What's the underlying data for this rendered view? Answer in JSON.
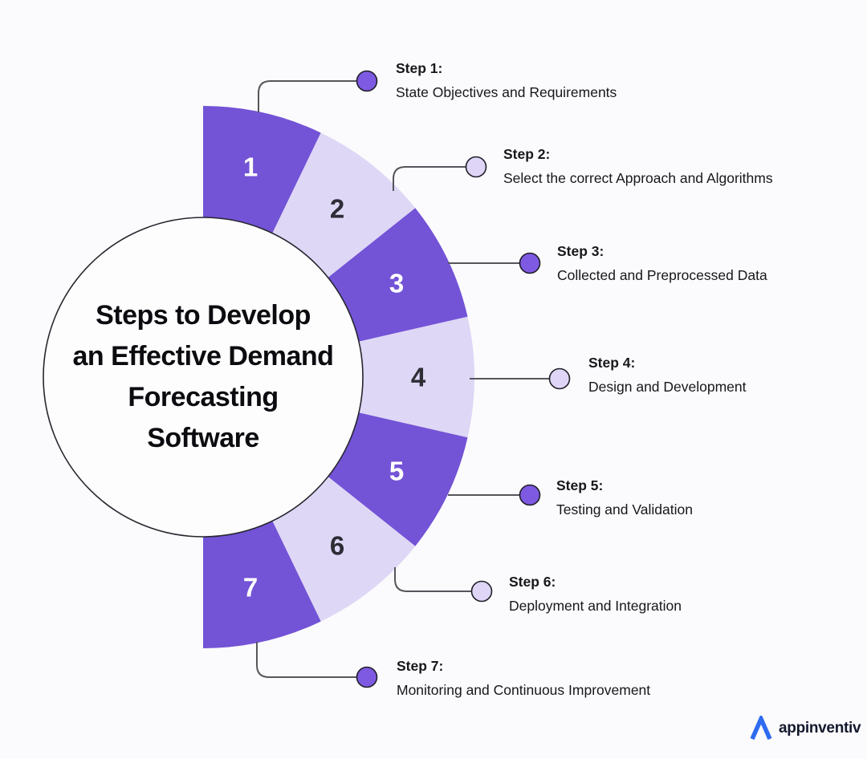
{
  "colors": {
    "bg": "#fbfbfd",
    "dark_purple": "#7353d6",
    "light_purple": "#ded7f6",
    "dot_dark": "#7e5ae2",
    "dot_light": "#ded5f7",
    "connector": "#55555c",
    "dot_border": "#1f1f28",
    "circle_border": "#26262e",
    "circle_fill": "#fdfdfe",
    "number_on_dark": "#ffffff",
    "number_on_light": "#2d2d36",
    "text": "#17171c",
    "logo_blue": "#2e6bf0",
    "logo_text": "#13182d"
  },
  "title": {
    "lines": [
      "Steps to Develop",
      "an Effective Demand",
      "Forecasting",
      "Software"
    ]
  },
  "steps": [
    {
      "number": "1",
      "label": "Step 1:",
      "description": "State Objectives and Requirements",
      "tone": "dark"
    },
    {
      "number": "2",
      "label": "Step 2:",
      "description": "Select the correct Approach and Algorithms",
      "tone": "light"
    },
    {
      "number": "3",
      "label": "Step 3:",
      "description": "Collected and Preprocessed Data",
      "tone": "dark"
    },
    {
      "number": "4",
      "label": "Step 4:",
      "description": "Design and Development",
      "tone": "light"
    },
    {
      "number": "5",
      "label": "Step 5:",
      "description": "Testing and Validation",
      "tone": "dark"
    },
    {
      "number": "6",
      "label": "Step 6:",
      "description": "Deployment and Integration",
      "tone": "light"
    },
    {
      "number": "7",
      "label": "Step 7:",
      "description": "Monitoring and Continuous Improvement",
      "tone": "dark"
    }
  ],
  "logo": {
    "text": "appinventiv"
  }
}
